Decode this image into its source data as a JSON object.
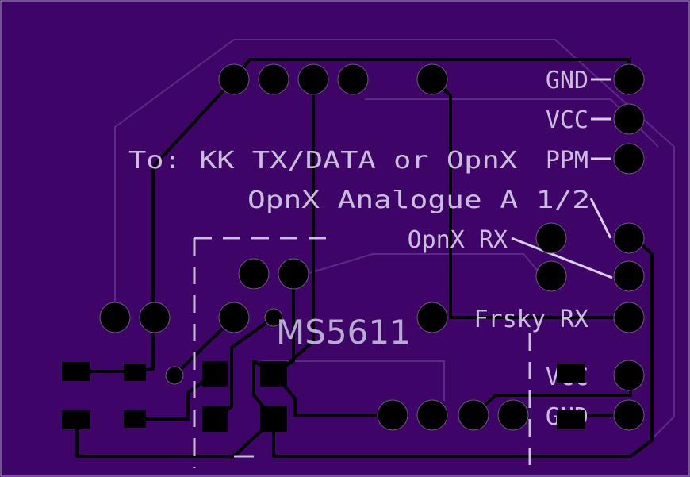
{
  "board": {
    "colors": {
      "background": "#0b0b0b",
      "board_fill": "#3f0468",
      "board_edge": "#8a70ad",
      "outline_ridge": "#5a2a88",
      "trace": "#000000",
      "pad": "#000000",
      "pad_ring": "#6b5a80",
      "silkscreen": "#c9bfdc",
      "silkscreen_dim": "#b6abd0"
    },
    "labels": {
      "gnd_top": "GND",
      "vcc_top": "VCC",
      "ppm": "PPM",
      "to_kk": "To: KK TX/DATA or OpnX",
      "analogue": "OpnX Analogue A 1/2",
      "opnx_rx": "OpnX RX",
      "frsky_rx": "Frsky RX",
      "vcc_bottom": "VCC",
      "gnd_bottom": "GND",
      "sensor": "MS5611"
    }
  }
}
